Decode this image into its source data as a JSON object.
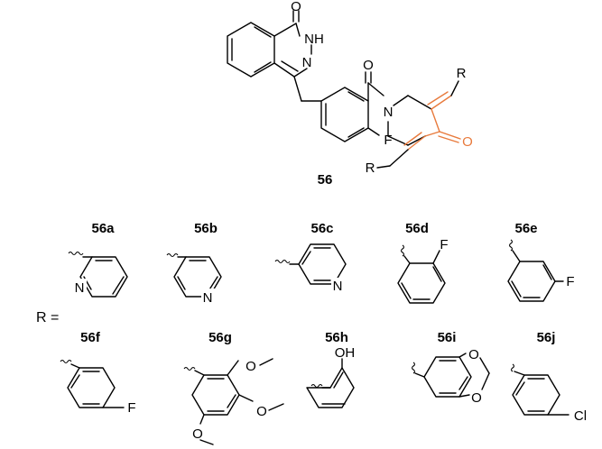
{
  "figure": {
    "core": {
      "label": "56",
      "atoms": {
        "o1": "O",
        "nh": "NH",
        "n": "N",
        "o2": "O",
        "n_ring": "N",
        "f": "F",
        "o_ketone": "O",
        "r_top": "R",
        "r_bottom": "R"
      }
    },
    "r_equals": "R =",
    "substituents": [
      {
        "label": "56a",
        "atom": "N"
      },
      {
        "label": "56b",
        "atom": "N"
      },
      {
        "label": "56c",
        "atom": "N"
      },
      {
        "label": "56d",
        "atom": "F"
      },
      {
        "label": "56e",
        "atom": "F"
      },
      {
        "label": "56f",
        "atom": "F"
      },
      {
        "label": "56g",
        "atoms": [
          "O",
          "O",
          "O"
        ]
      },
      {
        "label": "56h",
        "atom": "OH"
      },
      {
        "label": "56i",
        "atoms": [
          "O",
          "O"
        ]
      },
      {
        "label": "56j",
        "atom": "Cl"
      }
    ],
    "highlight_color": "#e87a3c"
  }
}
